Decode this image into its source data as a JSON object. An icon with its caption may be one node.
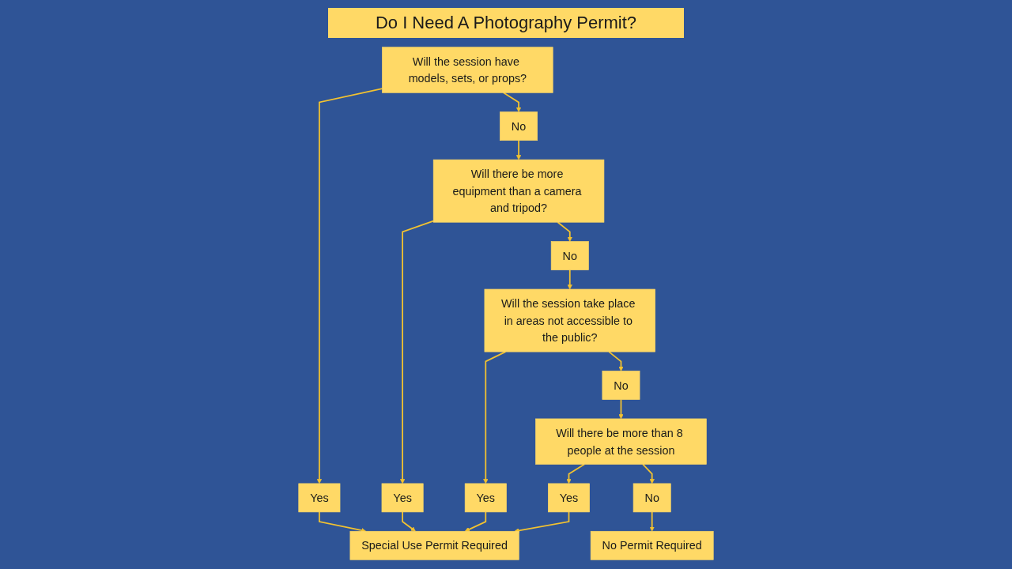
{
  "diagram": {
    "title": "Do I Need A Photography Permit?",
    "nodes": [
      {
        "text": [
          "Will the session have models, sets, or props?"
        ]
      },
      {
        "text": [
          "Yes"
        ]
      },
      {
        "text": [
          "No"
        ]
      },
      {
        "text": [
          "Will there be more equipment than a camera and tripod?"
        ]
      },
      {
        "text": [
          "Special Use Permit Required"
        ]
      },
      {
        "text": [
          "No Permit Required"
        ]
      },
      {
        "text": [
          "Yes"
        ]
      },
      {
        "text": [
          "No"
        ]
      },
      {
        "text": [
          "Will the session take place in areas not accessible to the public?"
        ]
      },
      {
        "text": [
          "Yes"
        ]
      },
      {
        "text": [
          "No"
        ]
      },
      {
        "text": [
          "Will there be more than 8 people at the session"
        ]
      },
      {
        "text": [
          "Yes"
        ]
      },
      {
        "text": [
          "No"
        ]
      }
    ],
    "edges": [
      {
        "from": 0,
        "to": 1,
        "arrow": "to"
      },
      {
        "from": 0,
        "to": 2,
        "arrow": "to"
      },
      {
        "from": 1,
        "to": 4,
        "arrow": "to"
      },
      {
        "from": 2,
        "to": 3,
        "arrow": "to"
      },
      {
        "from": 3,
        "to": 6,
        "arrow": "to"
      },
      {
        "from": 3,
        "to": 7,
        "arrow": "to"
      },
      {
        "from": 6,
        "to": 4,
        "arrow": "to"
      },
      {
        "from": 7,
        "to": 8,
        "arrow": "to"
      },
      {
        "from": 8,
        "to": 9,
        "arrow": "to"
      },
      {
        "from": 8,
        "to": 10,
        "arrow": "to"
      },
      {
        "from": 9,
        "to": 4,
        "arrow": "to"
      },
      {
        "from": 10,
        "to": 11,
        "arrow": "to"
      },
      {
        "from": 11,
        "to": 12,
        "arrow": "to"
      },
      {
        "from": 11,
        "to": 13,
        "arrow": "to"
      },
      {
        "from": 12,
        "to": 4,
        "arrow": "to"
      },
      {
        "from": 13,
        "to": 5,
        "arrow": "to"
      }
    ]
  }
}
